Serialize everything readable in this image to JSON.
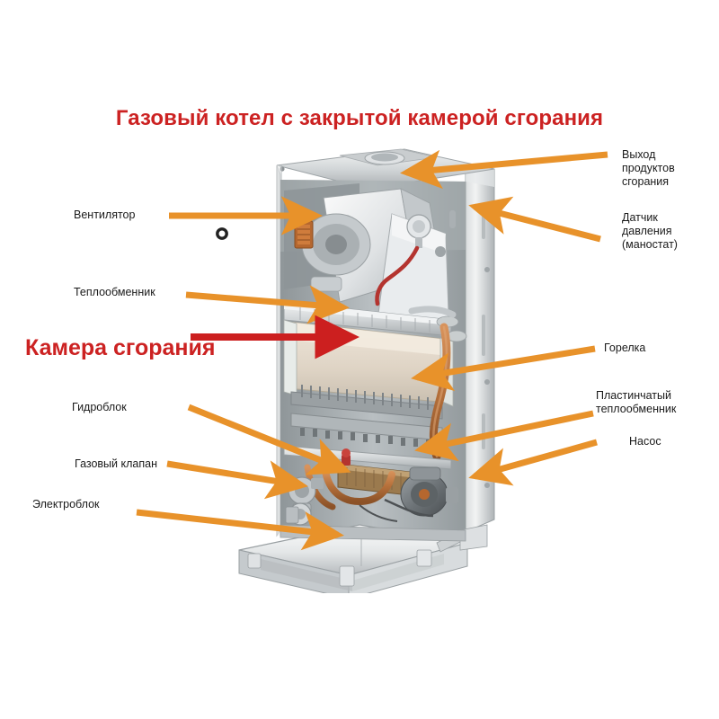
{
  "page": {
    "title": "Газовый котел с закрытой камерой сгорания",
    "background_color": "#ffffff",
    "title_color": "#cc2222",
    "arrow_color": "#e8922a",
    "highlight_arrow_color": "#cc1f1f"
  },
  "diagram": {
    "subject": "gas-boiler-closed-combustion-chamber",
    "labels": [
      {
        "id": "fan",
        "text": "Вентилятор",
        "side": "left",
        "color": "#1a1a1a"
      },
      {
        "id": "heat-exchanger",
        "text": "Теплообменник",
        "side": "left",
        "color": "#1a1a1a"
      },
      {
        "id": "combustion-chamber",
        "text": "Камера сгорания",
        "side": "left",
        "color": "#cc2222",
        "emphasis": "bold-red"
      },
      {
        "id": "hydro-block",
        "text": "Гидроблок",
        "side": "left",
        "color": "#1a1a1a"
      },
      {
        "id": "gas-valve",
        "text": "Газовый клапан",
        "side": "left",
        "color": "#1a1a1a"
      },
      {
        "id": "electro-block",
        "text": "Электроблок",
        "side": "left",
        "color": "#1a1a1a"
      },
      {
        "id": "flue-outlet",
        "text": "Выход\nпродуктов\nсгорания",
        "side": "right",
        "color": "#1a1a1a"
      },
      {
        "id": "pressure-sensor",
        "text": "Датчик\nдавления\n(маностат)",
        "side": "right",
        "color": "#1a1a1a"
      },
      {
        "id": "burner",
        "text": "Горелка",
        "side": "right",
        "color": "#1a1a1a"
      },
      {
        "id": "plate-exchanger",
        "text": "Пластинчатый\nтеплообменник",
        "side": "right",
        "color": "#1a1a1a"
      },
      {
        "id": "pump",
        "text": "Насос",
        "side": "right",
        "color": "#1a1a1a"
      }
    ]
  }
}
